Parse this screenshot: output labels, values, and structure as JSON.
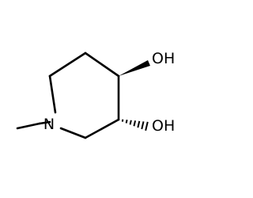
{
  "molecule": {
    "atoms": {
      "n1": {
        "element": "N",
        "label": "N"
      },
      "c2": {
        "element": "C",
        "label": ""
      },
      "c3": {
        "element": "C",
        "label": ""
      },
      "c4": {
        "element": "C",
        "label": ""
      },
      "c5": {
        "element": "C",
        "label": ""
      },
      "c6": {
        "element": "C",
        "label": ""
      },
      "c7": {
        "element": "C",
        "label": ""
      },
      "o3": {
        "element": "O",
        "label": "OH"
      },
      "o4": {
        "element": "O",
        "label": "OH"
      }
    },
    "bonds": [
      {
        "from": "n1",
        "to": "c7",
        "style": "single"
      },
      {
        "from": "n1",
        "to": "c2",
        "style": "single"
      },
      {
        "from": "c2",
        "to": "c3",
        "style": "single"
      },
      {
        "from": "c3",
        "to": "o3",
        "style": "hashed-wedge"
      },
      {
        "from": "c3",
        "to": "c4",
        "style": "single"
      },
      {
        "from": "c4",
        "to": "o4",
        "style": "solid-wedge"
      },
      {
        "from": "c4",
        "to": "c5",
        "style": "single"
      },
      {
        "from": "c5",
        "to": "c6",
        "style": "single"
      },
      {
        "from": "c6",
        "to": "n1",
        "style": "single"
      }
    ],
    "colors": {
      "bond": "#000000",
      "label": "#000000",
      "background": "#ffffff"
    }
  }
}
